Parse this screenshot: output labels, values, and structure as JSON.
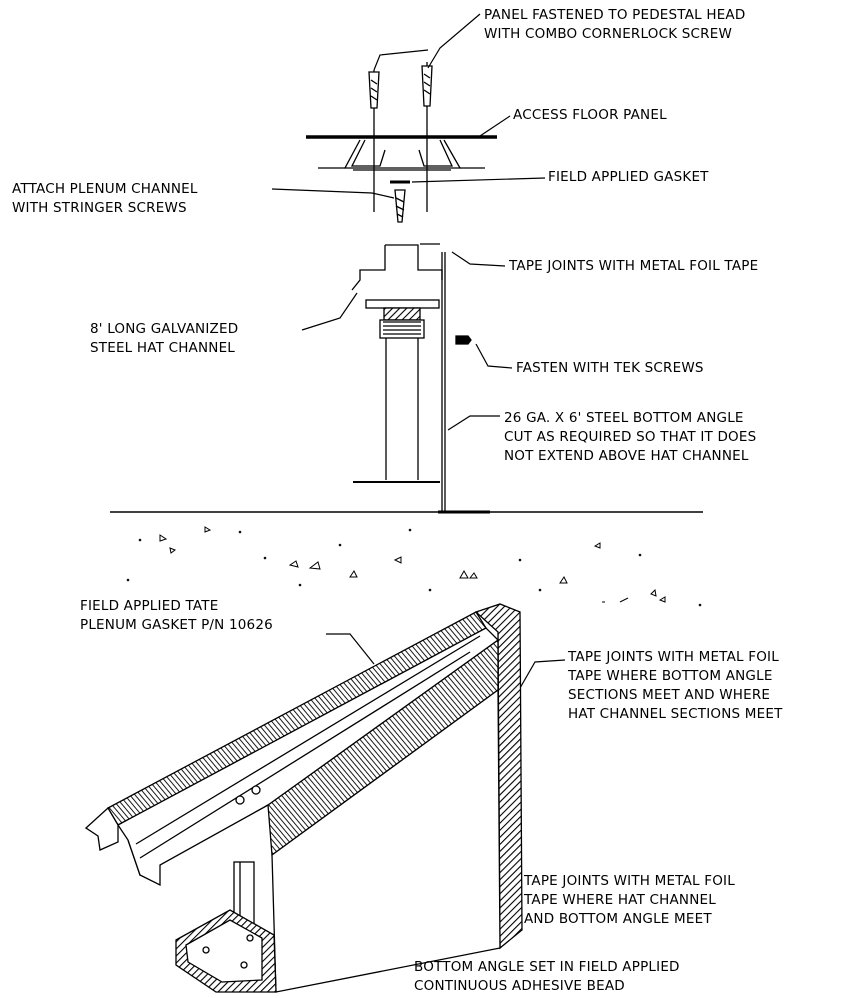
{
  "callouts": {
    "panel_screw": [
      "PANEL FASTENED TO PEDESTAL HEAD",
      "WITH COMBO CORNERLOCK SCREW"
    ],
    "access_floor_panel": [
      "ACCESS FLOOR PANEL"
    ],
    "field_gasket": [
      "FIELD APPLIED GASKET"
    ],
    "stringer_screws": [
      "ATTACH PLENUM CHANNEL",
      "WITH STRINGER SCREWS"
    ],
    "foil_tape": [
      "TAPE JOINTS WITH METAL FOIL TAPE"
    ],
    "hat_channel": [
      "8' LONG GALVANIZED",
      "STEEL HAT CHANNEL"
    ],
    "tek_screws": [
      "FASTEN WITH TEK SCREWS"
    ],
    "bottom_angle": [
      "26 GA. X 6' STEEL BOTTOM ANGLE",
      "CUT AS REQUIRED SO THAT IT DOES",
      "NOT EXTEND ABOVE HAT CHANNEL"
    ],
    "plenum_gasket": [
      "FIELD APPLIED TATE",
      "PLENUM GASKET P/N 10626"
    ],
    "tape_sections": [
      "TAPE JOINTS WITH METAL FOIL",
      "TAPE WHERE BOTTOM ANGLE",
      "SECTIONS MEET AND WHERE",
      "HAT CHANNEL SECTIONS MEET"
    ],
    "tape_hat_bottom": [
      "TAPE JOINTS WITH METAL FOIL",
      "TAPE WHERE HAT CHANNEL",
      "AND BOTTOM ANGLE MEET"
    ],
    "adhesive_bead": [
      "BOTTOM ANGLE SET IN FIELD APPLIED",
      "CONTINUOUS ADHESIVE BEAD"
    ]
  }
}
